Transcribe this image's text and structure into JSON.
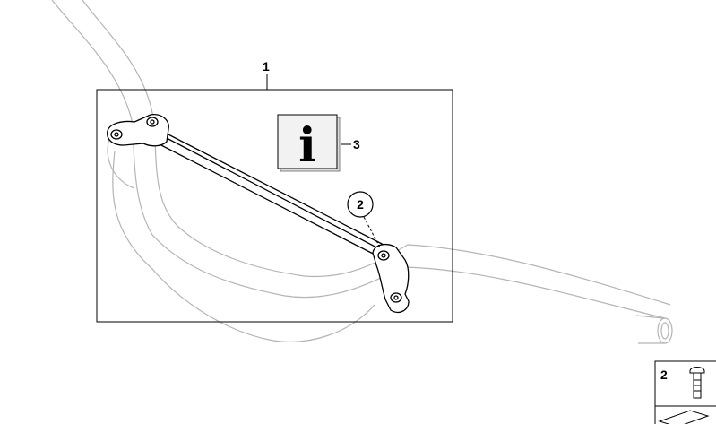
{
  "callouts": {
    "assembly": "1",
    "screw_circle": "2",
    "info": "3",
    "legend_item": "2"
  },
  "info_icon": {
    "glyph": "i",
    "icon": "info-icon"
  },
  "legend": {
    "icon": "screw-icon",
    "extra_icon": "wedge-icon"
  },
  "colors": {
    "line": "#000000",
    "ghost": "#b4b4b4",
    "part_fill": "#ffffff",
    "info_bg": "#f2f2f2"
  }
}
